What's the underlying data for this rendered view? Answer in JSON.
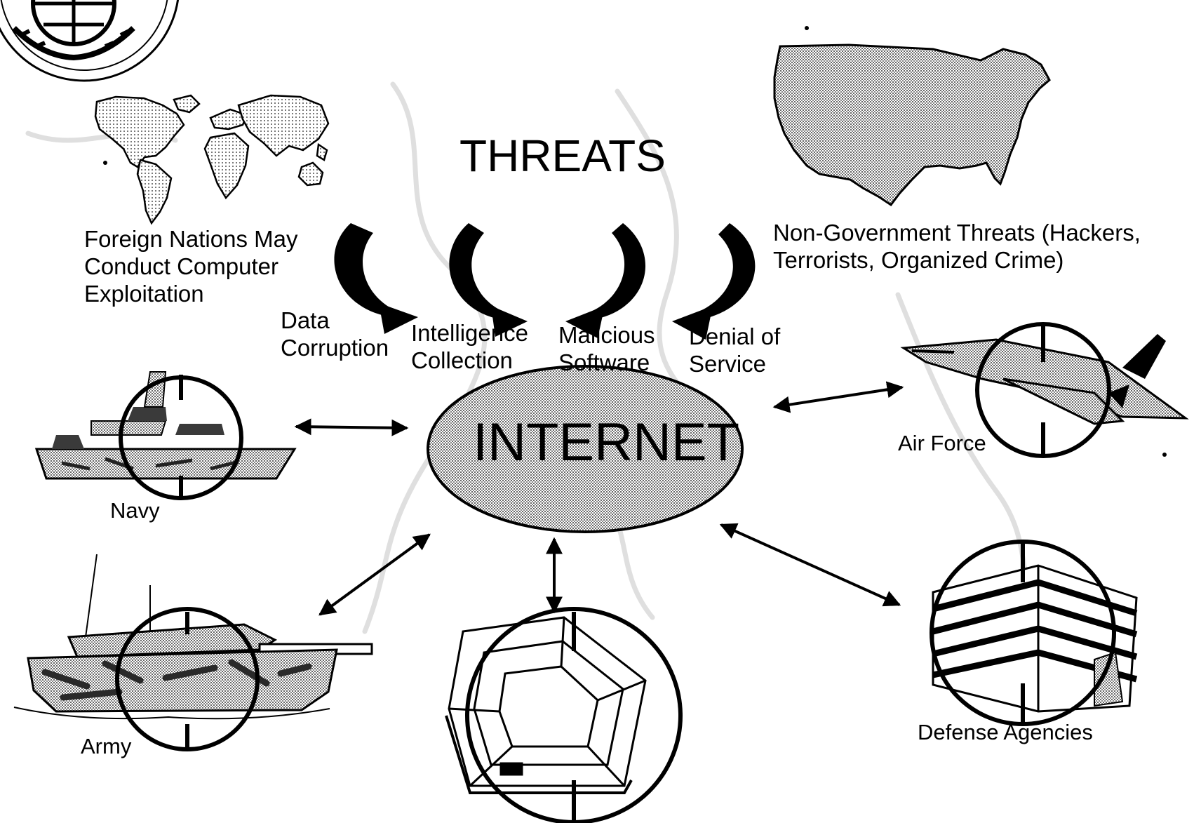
{
  "title": "THREATS",
  "center": {
    "label": "INTERNET"
  },
  "sources": {
    "foreign": "Foreign Nations May\nConduct Computer\nExploitation",
    "non_government": "Non-Government Threats (Hackers,\nTerrorists, Organized Crime)"
  },
  "threat_types": [
    "Data\nCorruption",
    "Intelligence\nCollection",
    "Malicious\nSoftware",
    "Denial of\nService"
  ],
  "nodes": {
    "navy": "Navy",
    "army": "Army",
    "air_force": "Air Force",
    "defense_agencies": "Defense Agencies"
  },
  "colors": {
    "ink": "#000000",
    "paper": "#ffffff",
    "internet_fill": "#b5b5b5",
    "map_fill": "#cfcfcf",
    "camo_light": "#c8c8c8",
    "camo_dark": "#3a3a3a",
    "faint_terrain": "#ededed"
  },
  "icons": [
    "seal-icon",
    "world-map-icon",
    "us-map-icon",
    "threat-arrow-icon",
    "crosshair-icon",
    "ship-icon",
    "tank-icon",
    "jet-icon",
    "pentagon-icon",
    "building-icon"
  ]
}
